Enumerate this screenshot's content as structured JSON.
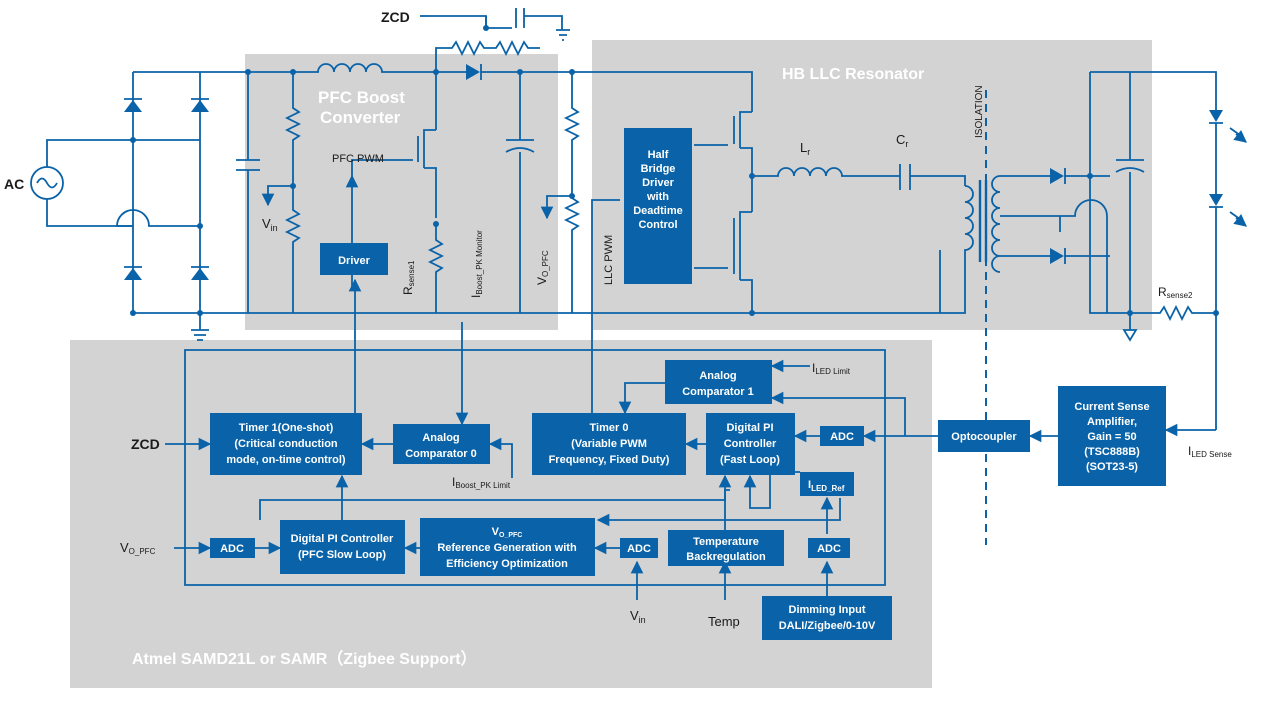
{
  "colors": {
    "wire": "#0a63a8",
    "block": "#0a63a8",
    "region": "#d3d3d3",
    "text": "#1a1a1a",
    "region_title": "#ffffff"
  },
  "regions": {
    "pfc_title_1": "PFC Boost",
    "pfc_title_2": "Converter",
    "llc_title": "HB LLC Resonator",
    "mcu_title": "Atmel SAMD21L or SAMR（Zigbee Support）"
  },
  "labels": {
    "zcd_top": "ZCD",
    "ac": "AC",
    "vin_main": "V",
    "vin_main_sub": "in",
    "pfc_pwm": "PFC PWM",
    "rsense1": "R",
    "rsense1_sub": "sense1",
    "iboost_monitor": "I",
    "iboost_monitor_sub": "Boost_PK Monitor",
    "vo_pfc_top": "V",
    "vo_pfc_top_sub": "O_PFC",
    "llc_pwm": "LLC PWM",
    "lr": "L",
    "lr_sub": "r",
    "cr": "C",
    "cr_sub": "r",
    "isolation": "ISOLATION",
    "rsense2": "R",
    "rsense2_sub": "sense2",
    "iled_sense": "I",
    "iled_sense_sub": "LED Sense",
    "iled_limit": "I",
    "iled_limit_sub": "LED Limit",
    "iboost_limit": "I",
    "iboost_limit_sub": "Boost_PK Limit",
    "zcd_mcu": "ZCD",
    "vo_pfc_mcu": "V",
    "vo_pfc_mcu_sub": "O_PFC",
    "vin_mcu": "V",
    "vin_mcu_sub": "in",
    "temp": "Temp"
  },
  "blocks": {
    "half_bridge": [
      "Half",
      "Bridge",
      "Driver",
      "with",
      "Deadtime",
      "Control"
    ],
    "driver": "Driver",
    "timer1": [
      "Timer 1(One-shot)",
      "(Critical conduction",
      "mode, on-time control)"
    ],
    "analog_comp0": [
      "Analog",
      "Comparator 0"
    ],
    "timer0": [
      "Timer 0",
      "(Variable PWM",
      "Frequency, Fixed Duty)"
    ],
    "analog_comp1": [
      "Analog",
      "Comparator 1"
    ],
    "digital_pi_fast": [
      "Digital PI",
      "Controller",
      "(Fast Loop)"
    ],
    "adc_fast": "ADC",
    "iled_ref": "I",
    "iled_ref_sub": "LED_Ref",
    "optocoupler": "Optocoupler",
    "current_sense": [
      "Current Sense",
      "Amplifier,",
      "Gain = 50",
      "(TSC888B)",
      "(SOT23-5)"
    ],
    "adc_pfc": "ADC",
    "digital_pi_slow": [
      "Digital PI Controller",
      "(PFC Slow Loop)"
    ],
    "vo_ref_gen_v": "V",
    "vo_ref_gen_v_sub": "O_PFC",
    "vo_ref_gen": [
      "Reference Generation with",
      "Efficiency Optimization"
    ],
    "adc_vin": "ADC",
    "temp_backreg": [
      "Temperature",
      "Backregulation"
    ],
    "adc_dim": "ADC",
    "dimming": [
      "Dimming Input",
      "DALI/Zigbee/0-10V"
    ]
  }
}
